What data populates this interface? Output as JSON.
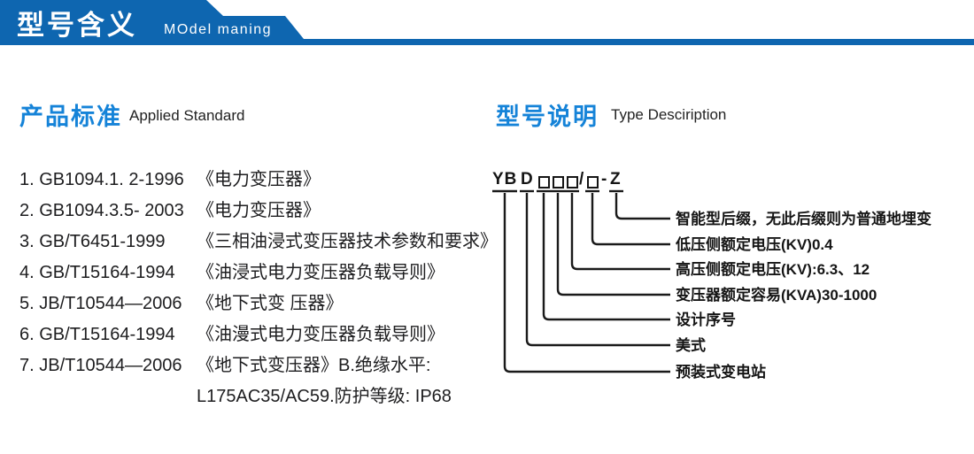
{
  "header": {
    "title_cn": "型号含义",
    "title_en": "MOdel maning"
  },
  "left_section": {
    "title_cn": "产品标准",
    "title_en": "Applied Standard",
    "standards": [
      {
        "code": "1. GB1094.1. 2-1996",
        "name": "《电力变压器》"
      },
      {
        "code": "2. GB1094.3.5- 2003",
        "name": "《电力变压器》"
      },
      {
        "code": "3. GB/T6451-1999",
        "name": "《三相油浸式变压器技术参数和要求》"
      },
      {
        "code": "4. GB/T15164-1994",
        "name": "《油浸式电力变压器负载导则》"
      },
      {
        "code": "5. JB/T10544—2006",
        "name": "《地下式变 压器》"
      },
      {
        "code": "6. GB/T15164-1994",
        "name": "《油漫式电力变压器负载导则》"
      },
      {
        "code": "7. JB/T10544—2006",
        "name": "《地下式变压器》B.绝缘水平:"
      }
    ],
    "continuation": "L175AC35/AC59.防护等级: IP68"
  },
  "right_section": {
    "title_cn": "型号说明",
    "title_en": "Type Desciription",
    "model_code": {
      "part_yb": "YB",
      "part_d": "D",
      "part_slash": "/",
      "part_dash": "-",
      "part_z": "Z"
    },
    "diagram_labels": [
      "智能型后缀，无此后缀则为普通地埋变",
      "低压侧额定电压(KV)0.4",
      "高压侧额定电压(KV):6.3、12",
      "变压器额定容易(KVA)30-1000",
      "设计序号",
      "美式",
      "预装式变电站"
    ]
  },
  "colors": {
    "banner_blue": "#0e66b0",
    "section_title_blue": "#1583d8",
    "text_dark": "#1d1d1f"
  }
}
